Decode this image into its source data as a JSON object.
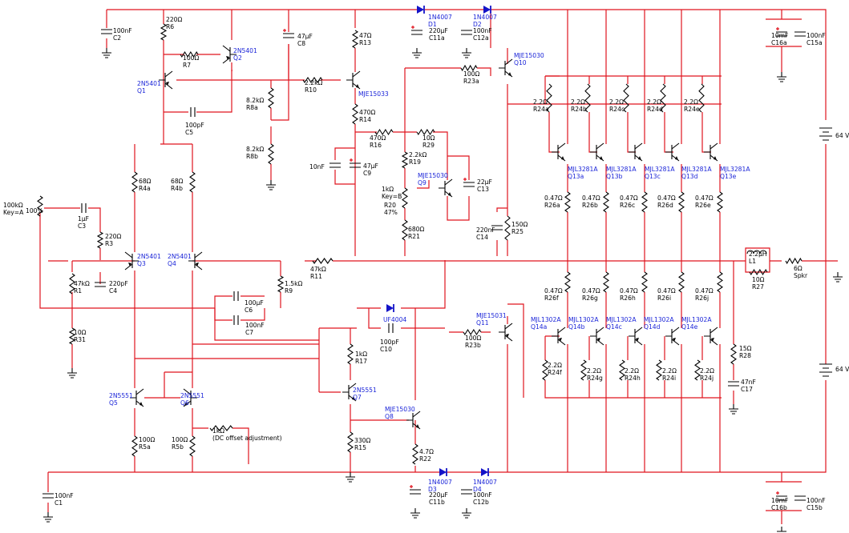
{
  "labels": [
    {
      "name": "c2",
      "value": "100nF",
      "sub": "C2"
    },
    {
      "name": "r6",
      "value": "220Ω",
      "sub": "R6"
    },
    {
      "name": "r7",
      "value": "100Ω",
      "sub": "R7"
    },
    {
      "name": "q2",
      "value": "2N5401",
      "sub": "Q2"
    },
    {
      "name": "c8",
      "value": "47μF",
      "sub": "C8"
    },
    {
      "name": "r13",
      "value": "47Ω",
      "sub": "R13"
    },
    {
      "name": "d1",
      "value": "1N4007",
      "sub": "D1"
    },
    {
      "name": "d2",
      "value": "1N4007",
      "sub": "D2"
    },
    {
      "name": "c11a",
      "value": "220μF",
      "sub": "C11a"
    },
    {
      "name": "c12a",
      "value": "100nF",
      "sub": "C12a"
    },
    {
      "name": "q10",
      "value": "MJE15030",
      "sub": "Q10"
    },
    {
      "name": "c16a",
      "value": "10mF",
      "sub": "C16a"
    },
    {
      "name": "c15a",
      "value": "100nF",
      "sub": "C15a"
    },
    {
      "name": "q1",
      "value": "2N5401",
      "sub": "Q1"
    },
    {
      "name": "r10",
      "value": "2.2kΩ",
      "sub": "R10"
    },
    {
      "name": "q9big",
      "value": "MJE15033",
      "sub": ""
    },
    {
      "name": "r8a",
      "value": "8.2kΩ",
      "sub": "R8a"
    },
    {
      "name": "r14",
      "value": "470Ω",
      "sub": "R14"
    },
    {
      "name": "r23a",
      "value": "100Ω",
      "sub": "R23a"
    },
    {
      "name": "c5",
      "value": "100pF",
      "sub": "C5"
    },
    {
      "name": "r16",
      "value": "470Ω",
      "sub": "R16"
    },
    {
      "name": "r29",
      "value": "10Ω",
      "sub": "R29"
    },
    {
      "name": "r19",
      "value": "2.2kΩ",
      "sub": "R19"
    },
    {
      "name": "r8b",
      "value": "8.2kΩ",
      "sub": "R8b"
    },
    {
      "name": "c10n",
      "value": "10nF",
      "sub": ""
    },
    {
      "name": "c9",
      "value": "47μF",
      "sub": "C9"
    },
    {
      "name": "q9",
      "value": "MJE15030",
      "sub": "Q9"
    },
    {
      "name": "c13",
      "value": "22μF",
      "sub": "C13"
    },
    {
      "name": "r4a",
      "value": "68Ω",
      "sub": "R4a"
    },
    {
      "name": "r4b",
      "value": "68Ω",
      "sub": "R4b"
    },
    {
      "name": "r20",
      "value": "1kΩ",
      "sub": "Key=B"
    },
    {
      "name": "r20b",
      "value": "R20",
      "sub": "47%"
    },
    {
      "name": "pot",
      "value": "100kΩ",
      "sub": "Key=A"
    },
    {
      "name": "pot_pct",
      "value": "100%",
      "sub": ""
    },
    {
      "name": "c3",
      "value": "1μF",
      "sub": "C3"
    },
    {
      "name": "r3",
      "value": "220Ω",
      "sub": "R3"
    },
    {
      "name": "r21",
      "value": "680Ω",
      "sub": "R21"
    },
    {
      "name": "c14",
      "value": "220nF",
      "sub": "C14"
    },
    {
      "name": "r25",
      "value": "150Ω",
      "sub": "R25"
    },
    {
      "name": "q3",
      "value": "2N5401",
      "sub": "Q3"
    },
    {
      "name": "q4",
      "value": "2N5401",
      "sub": "Q4"
    },
    {
      "name": "r11",
      "value": "47kΩ",
      "sub": "R11"
    },
    {
      "name": "r1",
      "value": "47kΩ",
      "sub": "R1"
    },
    {
      "name": "c4",
      "value": "220pF",
      "sub": "C4"
    },
    {
      "name": "r9",
      "value": "1.5kΩ",
      "sub": "R9"
    },
    {
      "name": "c6",
      "value": "100μF",
      "sub": "C6"
    },
    {
      "name": "c7",
      "value": "100nF",
      "sub": "C7"
    },
    {
      "name": "r31",
      "value": "10Ω",
      "sub": "R31"
    },
    {
      "name": "d_uf",
      "value": "UF4004",
      "sub": ""
    },
    {
      "name": "c10",
      "value": "100pF",
      "sub": "C10"
    },
    {
      "name": "r17",
      "value": "1kΩ",
      "sub": "R17"
    },
    {
      "name": "r23b",
      "value": "100Ω",
      "sub": "R23b"
    },
    {
      "name": "q11",
      "value": "MJE15031",
      "sub": "Q11"
    },
    {
      "name": "q5",
      "value": "2N5551",
      "sub": "Q5"
    },
    {
      "name": "q6",
      "value": "2N5551",
      "sub": "Q6"
    },
    {
      "name": "q7",
      "value": "2N5551",
      "sub": "Q7"
    },
    {
      "name": "q8",
      "value": "MJE15030",
      "sub": "Q8"
    },
    {
      "name": "r5a",
      "value": "100Ω",
      "sub": "R5a"
    },
    {
      "name": "r5b",
      "value": "100Ω",
      "sub": "R5b"
    },
    {
      "name": "dcoff",
      "value": "1kΩ",
      "sub": "(DC offset adjustment)"
    },
    {
      "name": "r15",
      "value": "330Ω",
      "sub": "R15"
    },
    {
      "name": "r22",
      "value": "4.7Ω",
      "sub": "R22"
    },
    {
      "name": "d3",
      "value": "1N4007",
      "sub": "D3"
    },
    {
      "name": "d4",
      "value": "1N4007",
      "sub": "D4"
    },
    {
      "name": "c11b",
      "value": "220μF",
      "sub": "C11b"
    },
    {
      "name": "c12b",
      "value": "100nF",
      "sub": "C12b"
    },
    {
      "name": "c1",
      "value": "100nF",
      "sub": "C1"
    },
    {
      "name": "c16b",
      "value": "10mF",
      "sub": "C16b"
    },
    {
      "name": "c15b",
      "value": "100nF",
      "sub": "C15b"
    },
    {
      "name": "l1",
      "value": "2.2μH",
      "sub": "L1"
    },
    {
      "name": "r27",
      "value": "10Ω",
      "sub": "R27"
    },
    {
      "name": "spkr",
      "value": "6Ω",
      "sub": "Spkr"
    },
    {
      "name": "r28",
      "value": "15Ω",
      "sub": "R28"
    },
    {
      "name": "c17",
      "value": "47nF",
      "sub": "C17"
    },
    {
      "name": "v1",
      "value": "64 V",
      "sub": ""
    },
    {
      "name": "v2",
      "value": "64 V",
      "sub": ""
    },
    {
      "name": "r24a",
      "value": "2.2Ω",
      "sub": "R24a"
    },
    {
      "name": "r24b",
      "value": "2.2Ω",
      "sub": "R24b"
    },
    {
      "name": "r24c",
      "value": "2.2Ω",
      "sub": "R24c"
    },
    {
      "name": "r24d",
      "value": "2.2Ω",
      "sub": "R24d"
    },
    {
      "name": "r24e",
      "value": "2.2Ω",
      "sub": "R24e"
    },
    {
      "name": "r26a",
      "value": "0.47Ω",
      "sub": "R26a"
    },
    {
      "name": "r26b",
      "value": "0.47Ω",
      "sub": "R26b"
    },
    {
      "name": "r26c",
      "value": "0.47Ω",
      "sub": "R26c"
    },
    {
      "name": "r26d",
      "value": "0.47Ω",
      "sub": "R26d"
    },
    {
      "name": "r26e",
      "value": "0.47Ω",
      "sub": "R26e"
    },
    {
      "name": "r26f",
      "value": "0.47Ω",
      "sub": "R26f"
    },
    {
      "name": "r26g",
      "value": "0.47Ω",
      "sub": "R26g"
    },
    {
      "name": "r26h",
      "value": "0.47Ω",
      "sub": "R26h"
    },
    {
      "name": "r26i",
      "value": "0.47Ω",
      "sub": "R26i"
    },
    {
      "name": "r26j",
      "value": "0.47Ω",
      "sub": "R26j"
    },
    {
      "name": "q13a",
      "value": "MJL3281A",
      "sub": "Q13a"
    },
    {
      "name": "q13b",
      "value": "MJL3281A",
      "sub": "Q13b"
    },
    {
      "name": "q13c",
      "value": "MJL3281A",
      "sub": "Q13c"
    },
    {
      "name": "q13d",
      "value": "MJL3281A",
      "sub": "Q13d"
    },
    {
      "name": "q13e",
      "value": "MJL3281A",
      "sub": "Q13e"
    },
    {
      "name": "q14a",
      "value": "MJL1302A",
      "sub": "Q14a"
    },
    {
      "name": "q14b",
      "value": "MJL1302A",
      "sub": "Q14b"
    },
    {
      "name": "q14c",
      "value": "MJL1302A",
      "sub": "Q14c"
    },
    {
      "name": "q14d",
      "value": "MJL1302A",
      "sub": "Q14d"
    },
    {
      "name": "q14e",
      "value": "MJL1302A",
      "sub": "Q14e"
    },
    {
      "name": "r24f",
      "value": "2.2Ω",
      "sub": "R24f"
    },
    {
      "name": "r24g",
      "value": "2.2Ω",
      "sub": "R24g"
    },
    {
      "name": "r24h",
      "value": "2.2Ω",
      "sub": "R24h"
    },
    {
      "name": "r24i",
      "value": "2.2Ω",
      "sub": "R24i"
    },
    {
      "name": "r24j",
      "value": "2.2Ω",
      "sub": "R24j"
    }
  ],
  "colors": {
    "wire": "#e0141e",
    "device_label": "#1a24d8",
    "component": "#000000"
  }
}
